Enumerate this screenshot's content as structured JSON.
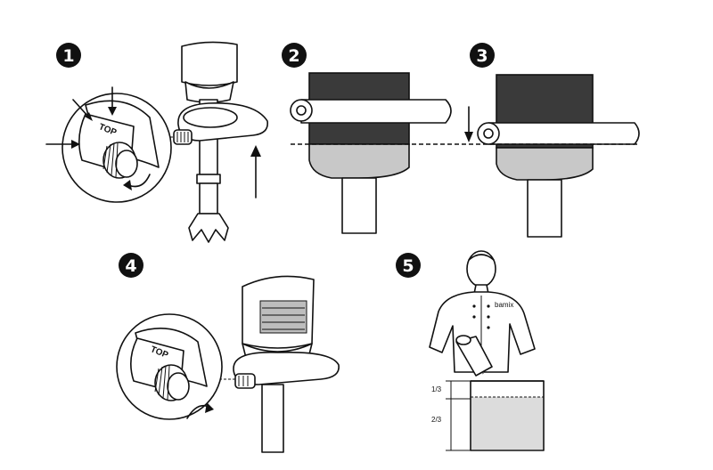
{
  "steps": [
    {
      "number": "1",
      "detail_label": "TOP"
    },
    {
      "number": "2"
    },
    {
      "number": "3"
    },
    {
      "number": "4",
      "detail_label": "TOP"
    },
    {
      "number": "5",
      "fill_marks": [
        "1/3",
        "2/3"
      ]
    }
  ],
  "colors": {
    "ink": "#111111",
    "dark_band": "#3a3a3a",
    "light_band": "#c8c8c8",
    "paper": "#ffffff"
  },
  "icons": [
    "arrow-up-icon",
    "arrow-down-icon",
    "rotate-arrow-icon",
    "dashed-level-line"
  ]
}
